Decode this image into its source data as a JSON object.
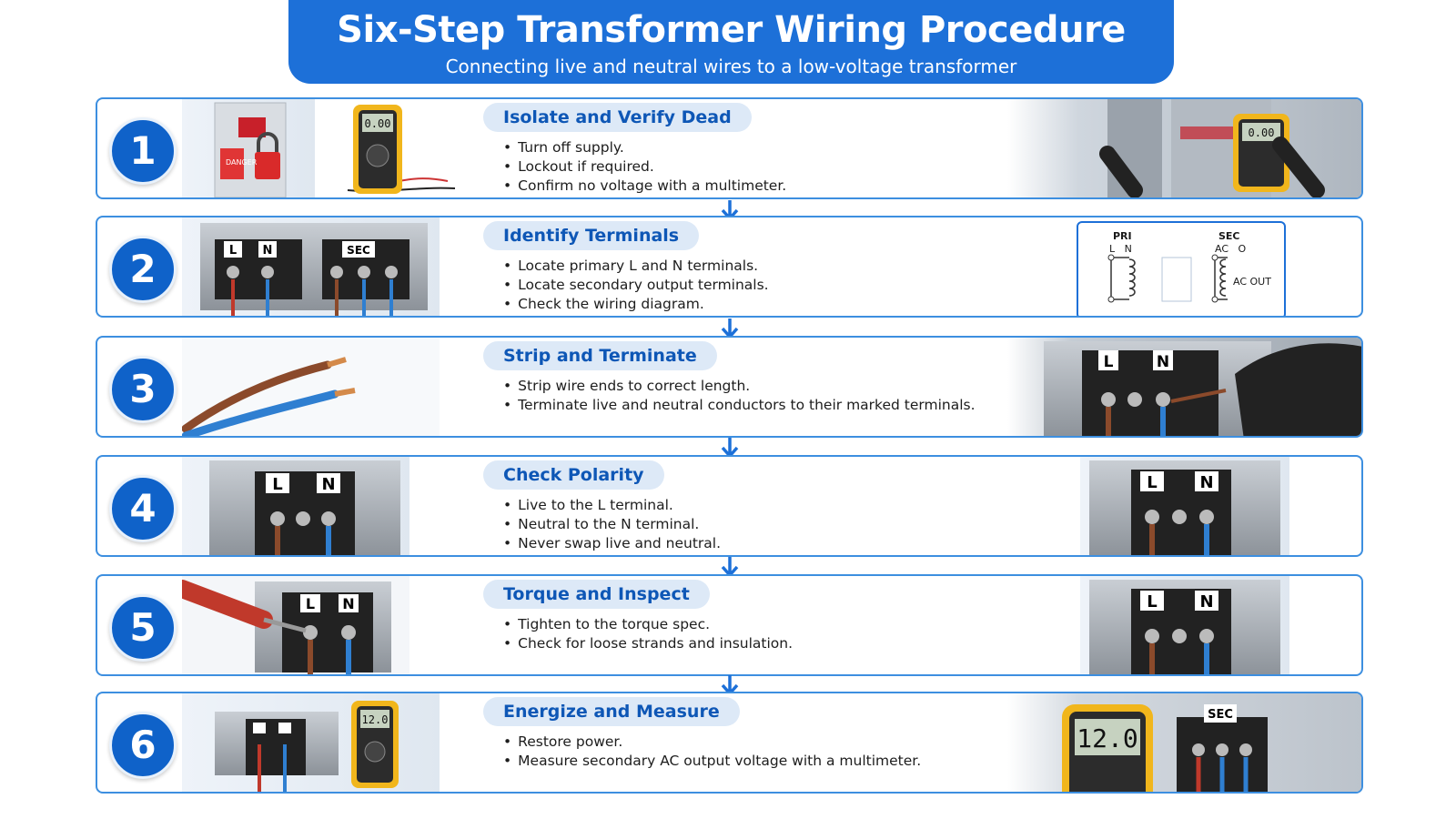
{
  "header": {
    "title": "Six-Step Transformer Wiring Procedure",
    "subtitle": "Connecting live and neutral wires to a low-voltage transformer"
  },
  "steps": [
    {
      "number": "1",
      "title": "Isolate and Verify Dead",
      "bullets": [
        "Turn off supply.",
        "Lockout if required.",
        "Confirm no voltage with a multimeter."
      ]
    },
    {
      "number": "2",
      "title": "Identify Terminals",
      "bullets": [
        "Locate primary L and N terminals.",
        "Locate secondary output terminals.",
        "Check the wiring diagram."
      ]
    },
    {
      "number": "3",
      "title": "Strip and Terminate",
      "bullets": [
        "Strip wire ends to correct length.",
        "Terminate live and neutral conductors to their marked terminals."
      ]
    },
    {
      "number": "4",
      "title": "Check Polarity",
      "bullets": [
        "Live to the L terminal.",
        "Neutral to the N terminal.",
        "Never swap live and neutral."
      ]
    },
    {
      "number": "5",
      "title": "Torque and Inspect",
      "bullets": [
        "Tighten to the torque spec.",
        "Check for loose strands and insulation."
      ]
    },
    {
      "number": "6",
      "title": "Energize and Measure",
      "bullets": [
        "Restore power.",
        "Measure secondary AC output voltage with a multimeter."
      ]
    }
  ],
  "image_labels": {
    "meter_step1": "0.00",
    "meter_step6": "12.0",
    "meter_step6_large": "12.0",
    "terminal_L": "L",
    "terminal_N": "N",
    "secondary": "SEC"
  },
  "wiring_diagram": {
    "primary_label": "PRI",
    "primary_terminals": "L   N",
    "secondary_label": "SEC",
    "secondary_terminals": "AC   O",
    "output_label": "AC OUT"
  },
  "colors": {
    "accent": "#1d70d8",
    "badge": "#0f62c9",
    "pill_bg": "#dde9f7",
    "pill_text": "#0e57b6",
    "live_wire": "#8b4a2b",
    "neutral_wire": "#2f7fd1"
  }
}
